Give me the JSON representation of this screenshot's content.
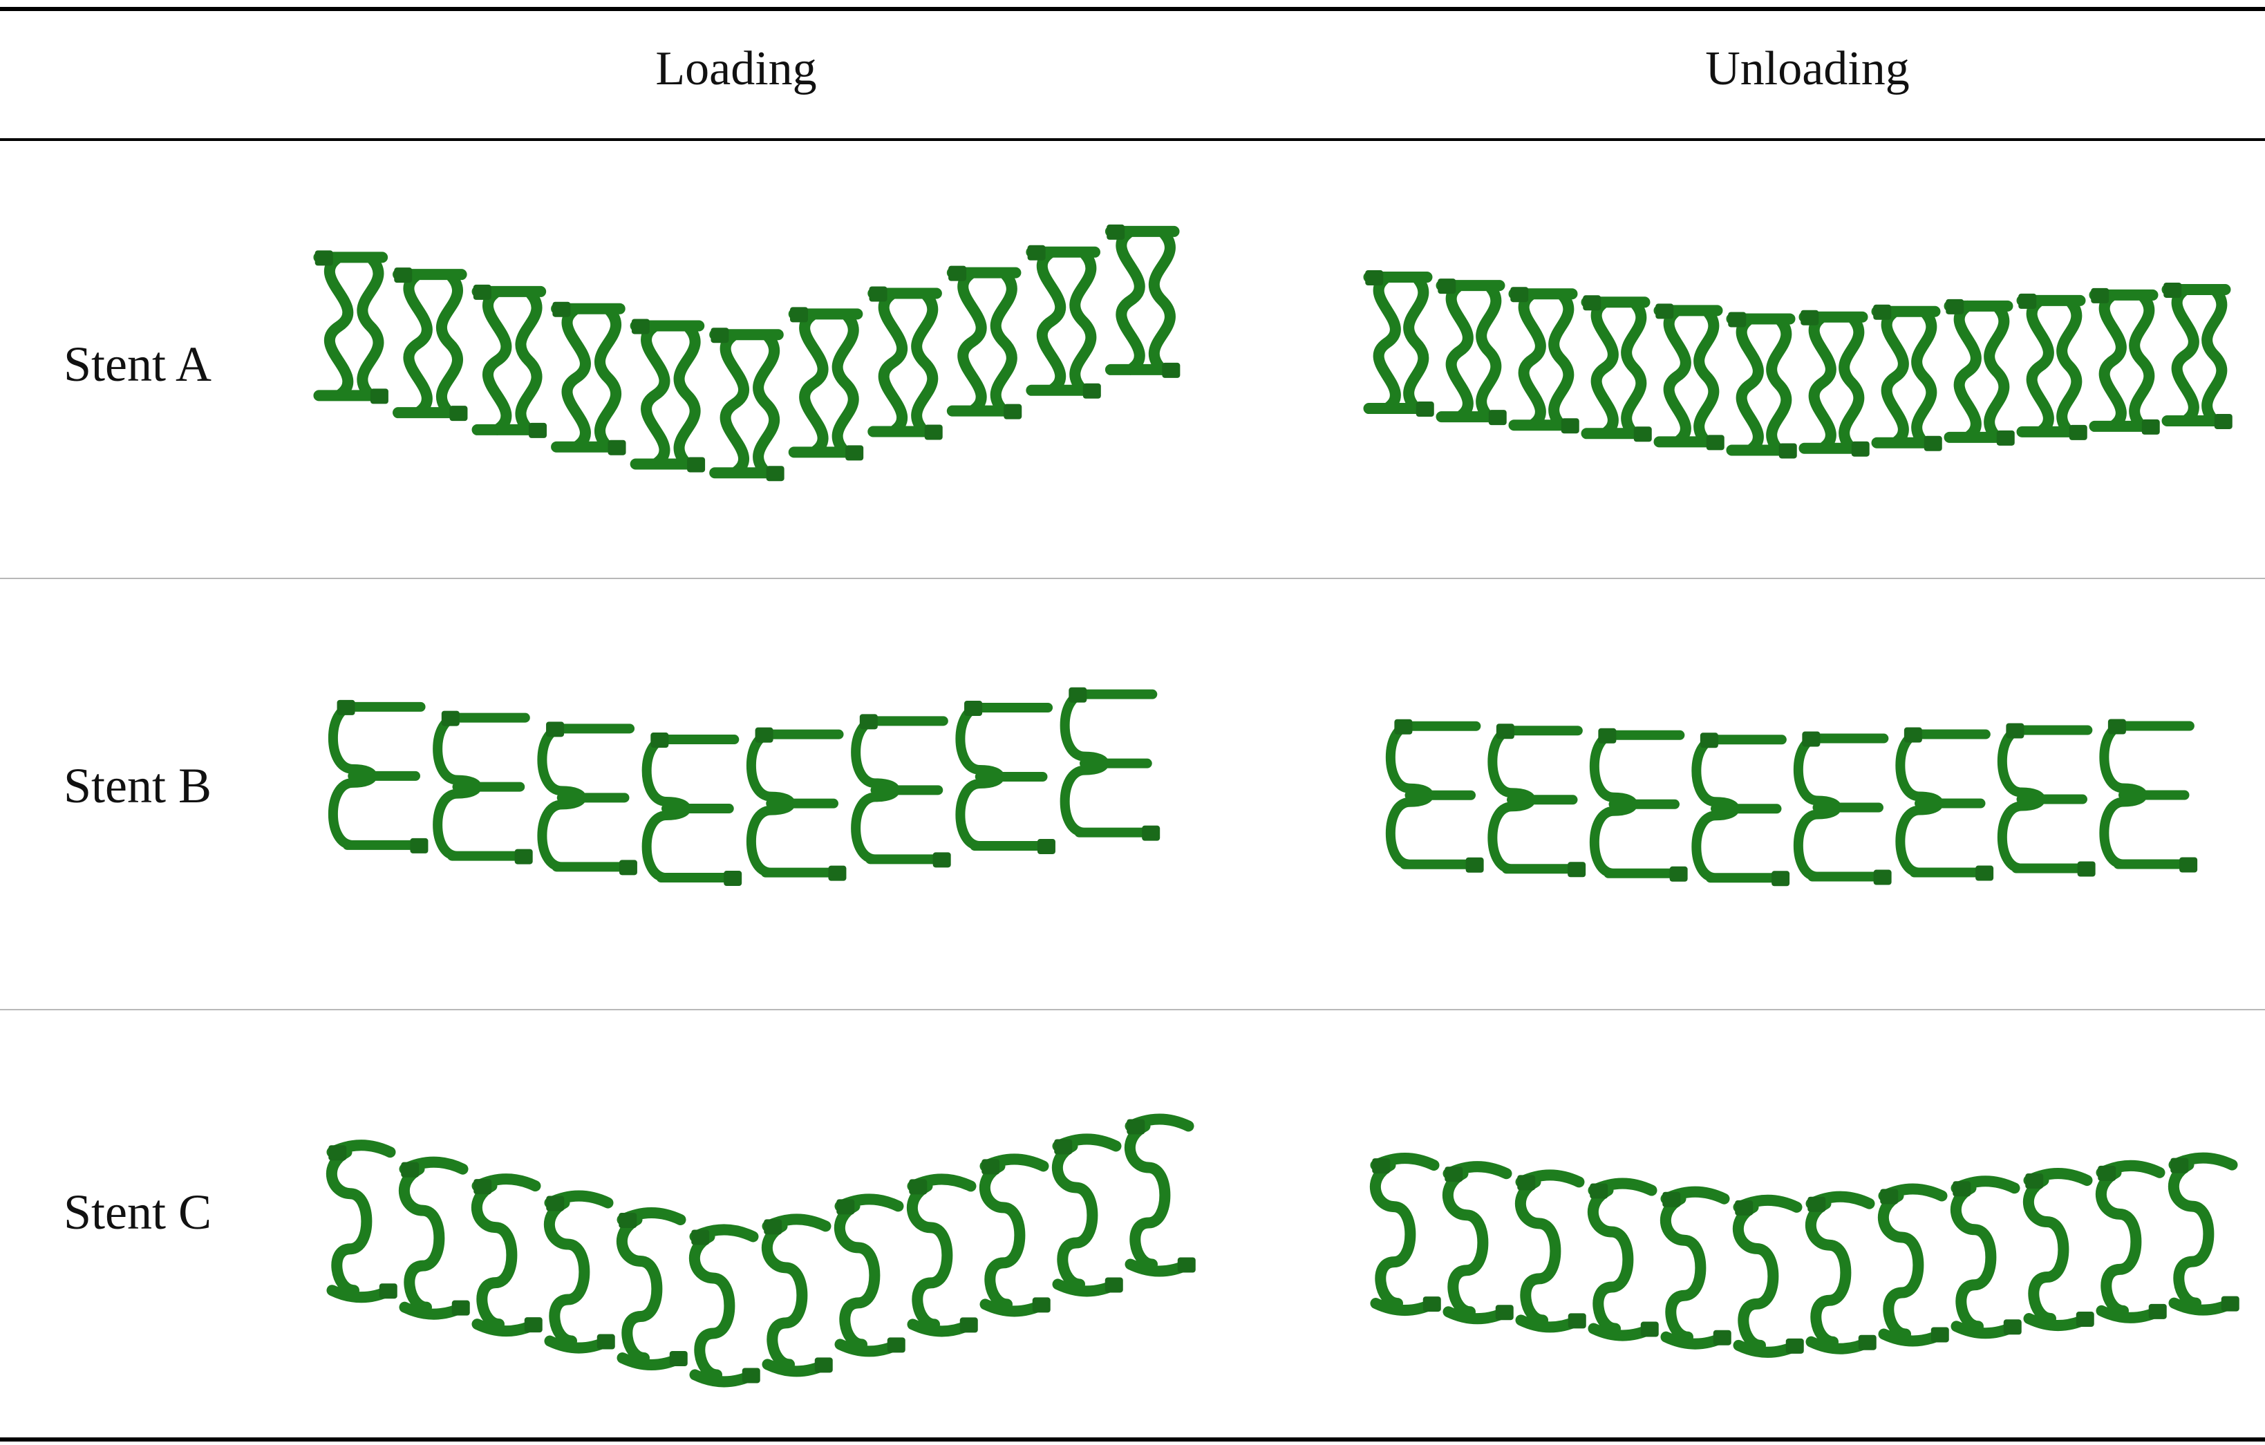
{
  "table": {
    "columns": [
      "Loading",
      "Unloading"
    ],
    "rows": [
      {
        "label": "Stent A"
      },
      {
        "label": "Stent B"
      },
      {
        "label": "Stent C"
      }
    ]
  },
  "colors": {
    "stent_green": "#1e7d1e",
    "stent_dark": "#1a6a1a",
    "rule": "#000000",
    "thin_rule": "#b8b8b8"
  }
}
